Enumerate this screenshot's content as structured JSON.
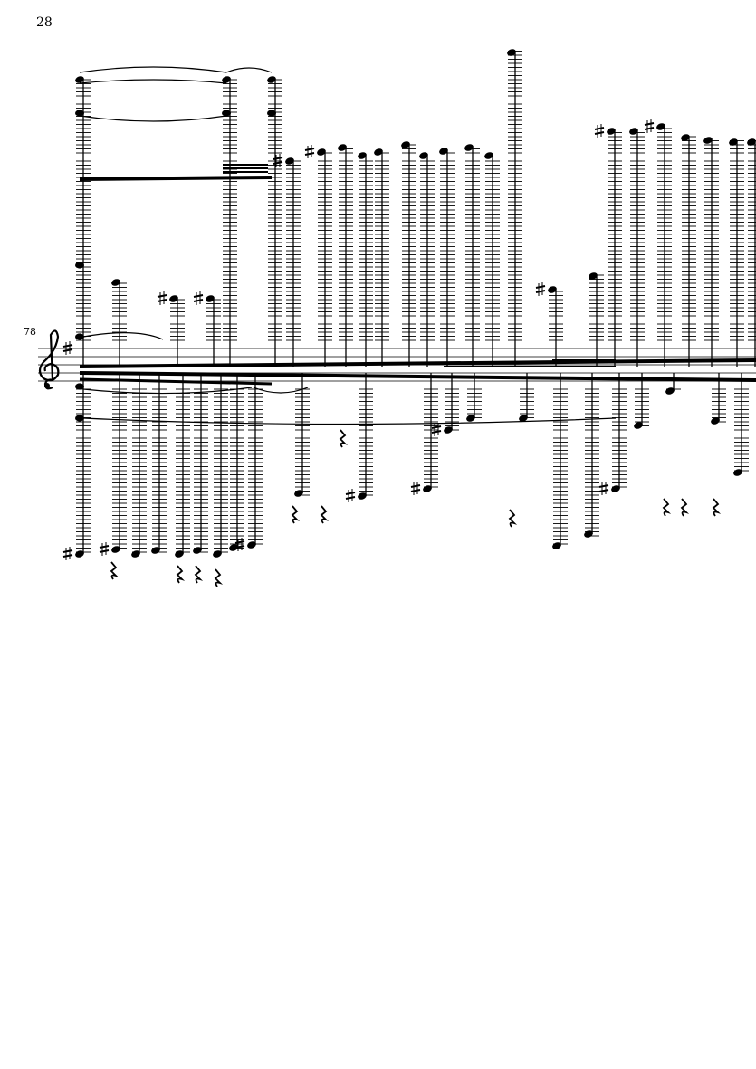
{
  "page": {
    "number": "28"
  },
  "score": {
    "measure_number": "78",
    "clef": "treble-clef-icon",
    "key_signature": "one-sharp"
  },
  "colors": {
    "ink": "#000000",
    "paper": "#ffffff"
  }
}
